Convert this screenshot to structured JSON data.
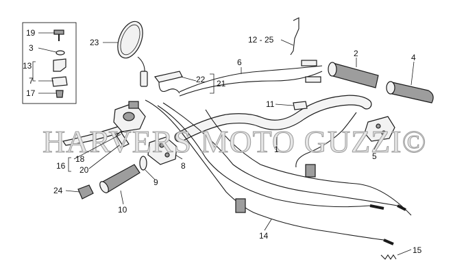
{
  "watermark": "HARVERS MOTO GUZZI©",
  "callouts": {
    "c1": "1",
    "c2": "2",
    "c3": "3",
    "c4": "4",
    "c5": "5",
    "c6": "6",
    "c7": "7",
    "c8": "8",
    "c9": "9",
    "c10": "10",
    "c11": "11",
    "c12_25": "12 - 25",
    "c13": "13",
    "c14": "14",
    "c15": "15",
    "c16": "16",
    "c17": "17",
    "c18": "18",
    "c19": "19",
    "c20": "20",
    "c21": "21",
    "c22": "22",
    "c23": "23",
    "c24": "24"
  }
}
